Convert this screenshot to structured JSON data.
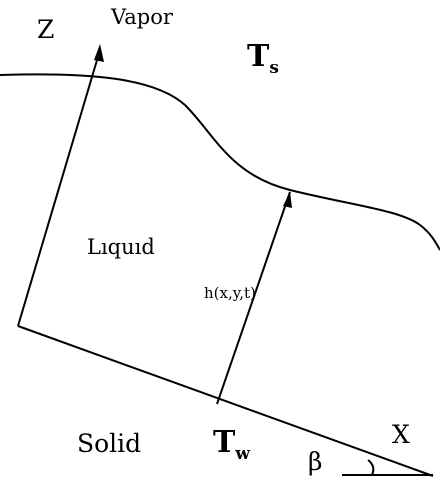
{
  "labels": {
    "z_axis": "Z",
    "x_axis": "X",
    "vapor": "Vapor",
    "liquid": "Lıquıd",
    "solid": "Solid",
    "film_height": "h(x,y,t)",
    "surface_temp": "T",
    "surface_temp_sub": "s",
    "wall_temp": "T",
    "wall_temp_sub": "w",
    "angle": "β"
  }
}
